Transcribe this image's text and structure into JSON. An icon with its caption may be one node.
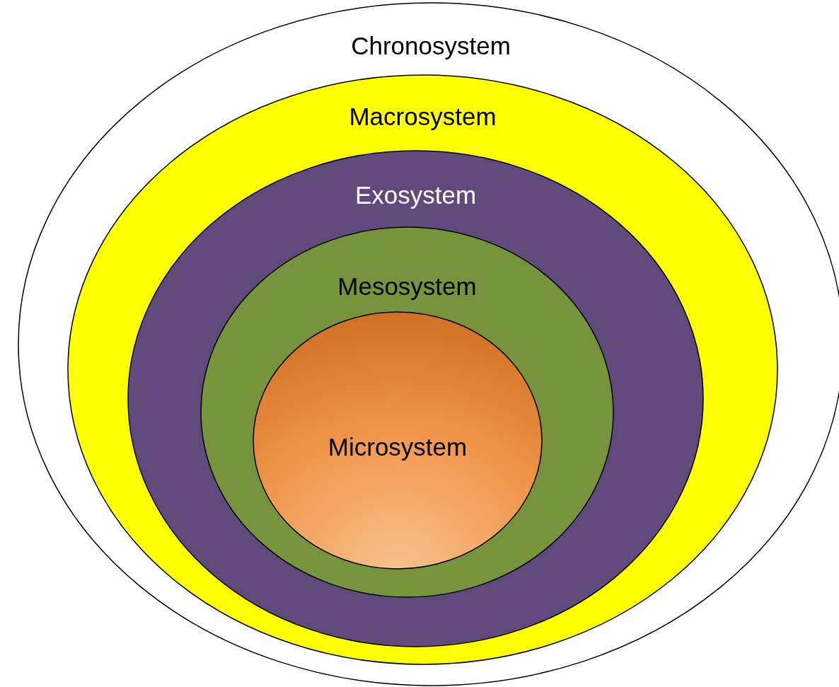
{
  "diagram": {
    "nodes": [
      {
        "text": [
          "Chronosystem"
        ]
      },
      {
        "text": [
          "Macrosystem"
        ],
        "in": 0
      },
      {
        "text": [
          "Exosystem"
        ],
        "in": 1
      },
      {
        "text": [
          "Mesosystem"
        ],
        "in": 2
      },
      {
        "text": [
          "Microsystem"
        ],
        "in": 3
      }
    ]
  }
}
